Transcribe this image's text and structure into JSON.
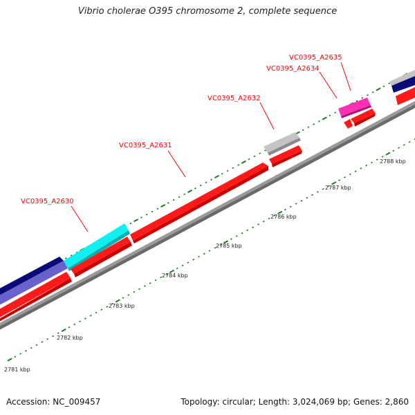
{
  "title": "Vibrio cholerae O395 chromosome 2, complete sequence",
  "footer": {
    "accession": "Accession: NC_009457",
    "summary": "Topology: circular; Length: 3,024,069 bp; Genes: 2,860"
  },
  "colors": {
    "cds": "#ff1a1a",
    "cds_dark": "#c80000",
    "navy": "#0a0a78",
    "slate": "#6a62cc",
    "cyan": "#10f0f0",
    "grey_gene": "#c4c4c4",
    "magenta": "#ff30b4",
    "backbone": "#8a8a8a",
    "tick": "#1c7a1c",
    "label_red": "#ff0000"
  },
  "gene_labels": [
    "VC0395_A2630",
    "VC0395_A2631",
    "VC0395_A2632",
    "VC0395_A2634",
    "VC0395_A2635"
  ],
  "kbp_labels": [
    "2781 kbp",
    "2782 kbp",
    "2783 kbp",
    "2784 kbp",
    "2785 kbp",
    "2786 kbp",
    "2787 kbp",
    "2788 kbp"
  ]
}
